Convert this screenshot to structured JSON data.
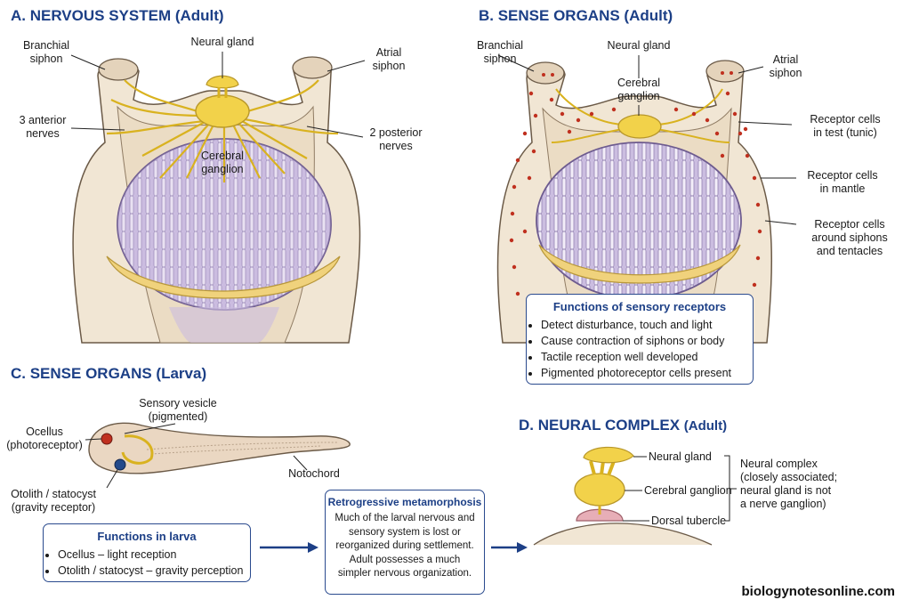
{
  "panel_a": {
    "title": "A. NERVOUS SYSTEM (Adult)",
    "labels": {
      "branchial_siphon": "Branchial\nsiphon",
      "neural_gland": "Neural gland",
      "atrial_siphon": "Atrial\nsiphon",
      "anterior_nerves": "3 anterior\nnerves",
      "posterior_nerves": "2 posterior\nnerves",
      "cerebral_ganglion": "Cerebral\nganglion"
    }
  },
  "panel_b": {
    "title": "B. SENSE ORGANS (Adult)",
    "labels": {
      "branchial_siphon": "Branchial\nsiphon",
      "neural_gland": "Neural gland",
      "cerebral_ganglion": "Cerebral\nganglion",
      "atrial_siphon": "Atrial\nsiphon",
      "receptor_test": "Receptor cells\nin test (tunic)",
      "receptor_mantle": "Receptor cells\nin mantle",
      "receptor_siphons": "Receptor cells\naround siphons\nand tentacles"
    },
    "functions_box": {
      "title": "Functions of sensory receptors",
      "items": [
        "Detect disturbance, touch and light",
        "Cause contraction of siphons or body",
        "Tactile reception well developed",
        "Pigmented photoreceptor cells present"
      ]
    }
  },
  "panel_c": {
    "title": "C. SENSE ORGANS (Larva)",
    "labels": {
      "sensory_vesicle": "Sensory vesicle\n(pigmented)",
      "ocellus": "Ocellus\n(photoreceptor)",
      "notochord": "Notochord",
      "otolith": "Otolith / statocyst\n(gravity receptor)"
    },
    "functions_box": {
      "title": "Functions in larva",
      "items": [
        "Ocellus – light reception",
        "Otolith / statocyst – gravity perception"
      ]
    },
    "metamorphosis_box": {
      "title": "Retrogressive metamorphosis",
      "text": "Much of the larval nervous and sensory system is lost or reorganized during settlement. Adult possesses a much simpler nervous organization."
    }
  },
  "panel_d": {
    "title": "D. NEURAL COMPLEX",
    "title_suffix": "(Adult)",
    "labels": {
      "neural_gland": "Neural gland",
      "cerebral_ganglion": "Cerebral ganglion",
      "dorsal_tubercle": "Dorsal tubercle",
      "neural_complex": "Neural complex\n(closely associated;\nneural gland is not\na nerve ganglion)"
    }
  },
  "watermark": "biologynotesonline.com",
  "colors": {
    "title_blue": "#1c3f86",
    "ganglion_yellow": "#f2d24a",
    "pharynx_lavender": "#cbbde0",
    "tunic_cream": "#f1e6d4",
    "receptor_red": "#c0301f",
    "dorsal_pink": "#e7aeb7"
  }
}
